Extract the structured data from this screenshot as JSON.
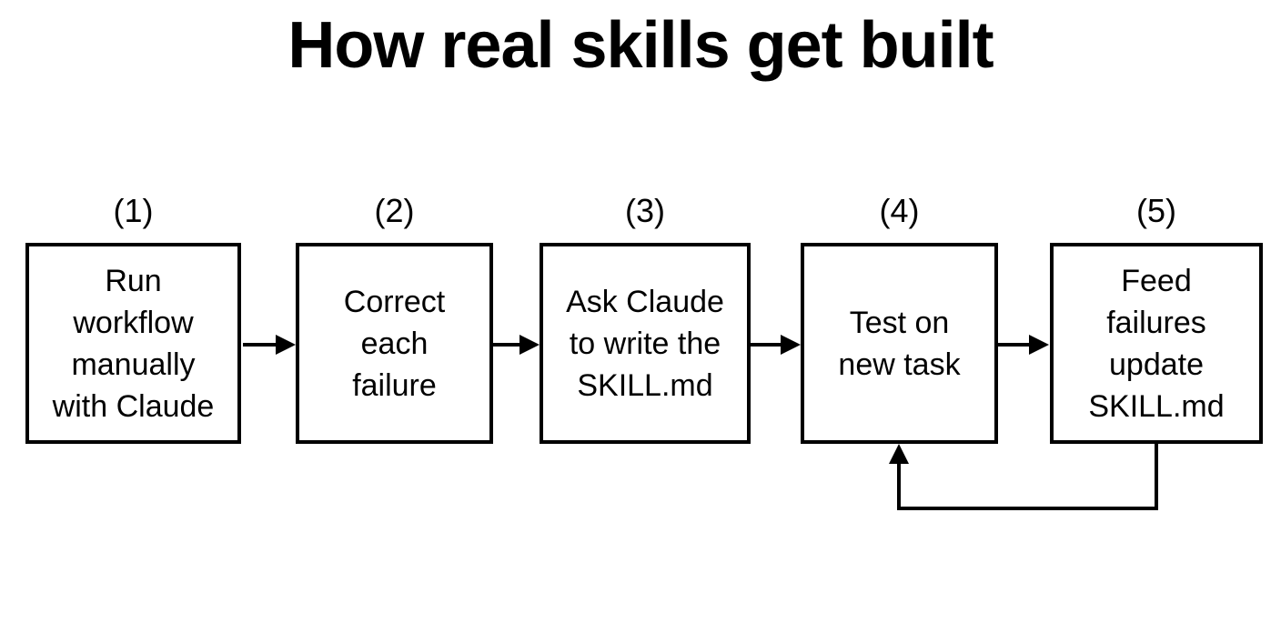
{
  "title": "How real skills get built",
  "steps": [
    {
      "number": "(1)",
      "label": "Run\nworkflow\nmanually\nwith Claude"
    },
    {
      "number": "(2)",
      "label": "Correct\neach\nfailure"
    },
    {
      "number": "(3)",
      "label": "Ask Claude\nto write the\nSKILL.md"
    },
    {
      "number": "(4)",
      "label": "Test on\nnew task"
    },
    {
      "number": "(5)",
      "label": "Feed\nfailures\nupdate\nSKILL.md"
    }
  ],
  "colors": {
    "background": "#ffffff",
    "line": "#000000",
    "text": "#000000"
  }
}
